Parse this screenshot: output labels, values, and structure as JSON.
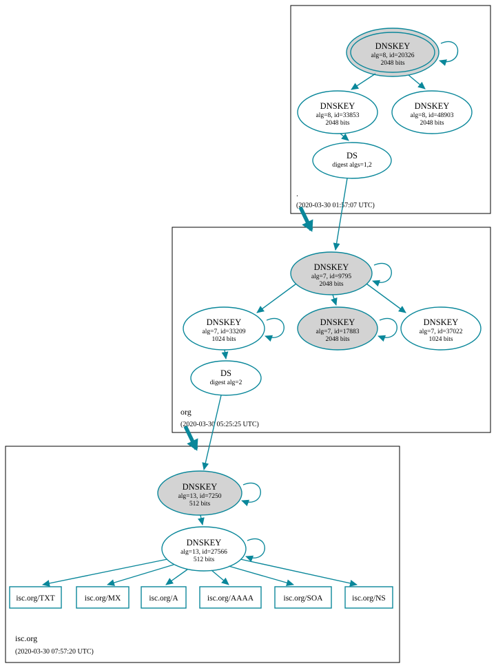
{
  "colors": {
    "teal": "#0a879a",
    "gray_fill": "#d3d3d3",
    "border": "#000000"
  },
  "root_zone": {
    "label": ".",
    "timestamp": "(2020-03-30 01:57:07 UTC)",
    "ksk": {
      "title": "DNSKEY",
      "meta": "alg=8, id=20326",
      "bits": "2048 bits"
    },
    "zsk1": {
      "title": "DNSKEY",
      "meta": "alg=8, id=33853",
      "bits": "2048 bits"
    },
    "zsk2": {
      "title": "DNSKEY",
      "meta": "alg=8, id=48903",
      "bits": "2048 bits"
    },
    "ds": {
      "title": "DS",
      "meta": "digest algs=1,2"
    }
  },
  "org_zone": {
    "label": "org",
    "timestamp": "(2020-03-30 05:25:25 UTC)",
    "ksk": {
      "title": "DNSKEY",
      "meta": "alg=7, id=9795",
      "bits": "2048 bits"
    },
    "zsk_left": {
      "title": "DNSKEY",
      "meta": "alg=7, id=33209",
      "bits": "1024 bits"
    },
    "zsk_mid": {
      "title": "DNSKEY",
      "meta": "alg=7, id=17883",
      "bits": "2048 bits"
    },
    "zsk_right": {
      "title": "DNSKEY",
      "meta": "alg=7, id=37022",
      "bits": "1024 bits"
    },
    "ds": {
      "title": "DS",
      "meta": "digest alg=2"
    }
  },
  "isc_zone": {
    "label": "isc.org",
    "timestamp": "(2020-03-30 07:57:20 UTC)",
    "ksk": {
      "title": "DNSKEY",
      "meta": "alg=13, id=7250",
      "bits": "512 bits"
    },
    "zsk": {
      "title": "DNSKEY",
      "meta": "alg=13, id=27566",
      "bits": "512 bits"
    },
    "records": [
      {
        "label": "isc.org/TXT"
      },
      {
        "label": "isc.org/MX"
      },
      {
        "label": "isc.org/A"
      },
      {
        "label": "isc.org/AAAA"
      },
      {
        "label": "isc.org/SOA"
      },
      {
        "label": "isc.org/NS"
      }
    ]
  }
}
